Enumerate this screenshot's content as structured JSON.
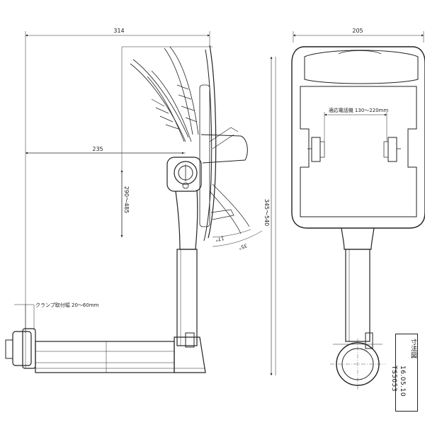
{
  "dimensions": {
    "overall_width": "314",
    "arm_width": "235",
    "device_width": "205",
    "device_range": "適応電話機 130～220mm",
    "height_range_a": "290～485",
    "height_range_b": "345～540",
    "clamp_range": "クランプ取付幅 20～60mm",
    "angle_a": "17°",
    "angle_b": "35°"
  },
  "title_block": {
    "label": "寸法図",
    "date": "16.05.10",
    "code": "TS5053"
  }
}
